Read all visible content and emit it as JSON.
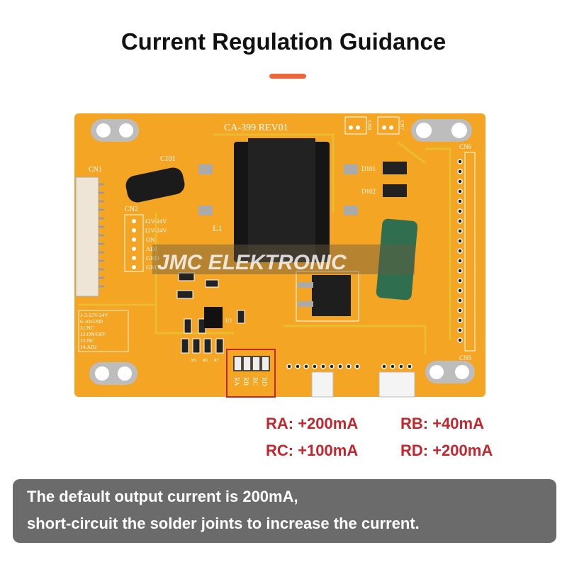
{
  "title": "Current Regulation Guidance",
  "colors": {
    "accent": "#f0663a",
    "board": "#f5a524",
    "label_red": "#c4262e",
    "note_bg": "#6b6b6b"
  },
  "board": {
    "model": "CA-399  REV01",
    "watermark": "JMC ELEKTRONIC",
    "cn1": "CN1",
    "cn2": "CN2",
    "cn5": "CN5",
    "cn6": "CN6",
    "cn7": "CN7",
    "cn8": "CN8",
    "c101": "C101",
    "l1": "L1",
    "d101": "D101",
    "d102": "D102",
    "u1": "U1",
    "cn2_pins": [
      "12V-24V",
      "12V-24V",
      "ON",
      "ADJ",
      "GND",
      "GND"
    ],
    "legend": [
      "1-5:12V-24V",
      "6-10:GND",
      "11:NC",
      "12:ON/OFF",
      "13:NC",
      "14:ADJ"
    ],
    "resistors": [
      "RA",
      "RB",
      "RC",
      "RD"
    ],
    "r_small": [
      "R5",
      "R6",
      "R7"
    ]
  },
  "specs": {
    "ra": "RA: +200mA",
    "rb": "RB: +40mA",
    "rc": "RC: +100mA",
    "rd": "RD: +200mA"
  },
  "note": {
    "line1": "The default output current is 200mA,",
    "line2": "short-circuit the solder joints to increase the current."
  }
}
